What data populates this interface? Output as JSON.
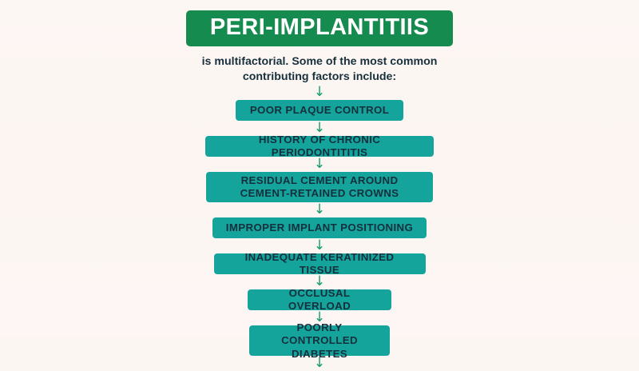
{
  "page": {
    "background_color": "#fcf6f3",
    "title_banner_color": "#168b4f",
    "box_color": "#14a49c",
    "box_text_color": "#152f3d",
    "arrow_color": "#0f9c6e",
    "title_text_color": "#ffffff"
  },
  "header": {
    "title": "PERI-IMPLANTITIIS"
  },
  "subtitle": {
    "line1": "is multifactorial. Some of the most common",
    "line2": "contributing factors include:"
  },
  "arrows": {
    "glyph": "↓"
  },
  "chart_data": {
    "type": "flowchart",
    "title": "PERI-IMPLANTITIIS",
    "subtitle": "is multifactorial. Some of the most common contributing factors include:",
    "orientation": "vertical",
    "connector": "down-arrow",
    "nodes": [
      {
        "id": "node-1",
        "label_lines": [
          "POOR PLAQUE CONTROL"
        ],
        "width_class": "w-210",
        "height_class": "h1"
      },
      {
        "id": "node-2",
        "label_lines": [
          "HISTORY OF CHRONIC PERIODONTITITIS"
        ],
        "width_class": "w-286",
        "height_class": "h1"
      },
      {
        "id": "node-3",
        "label_lines": [
          "RESIDUAL CEMENT AROUND",
          "CEMENT-RETAINED CROWNS"
        ],
        "width_class": "w-284",
        "height_class": "h2"
      },
      {
        "id": "node-4",
        "label_lines": [
          "IMPROPER IMPLANT POSITIONING"
        ],
        "width_class": "w-268",
        "height_class": "h1"
      },
      {
        "id": "node-5",
        "label_lines": [
          "INADEQUATE KERATINIZED TISSUE"
        ],
        "width_class": "w-265",
        "height_class": "h1"
      },
      {
        "id": "node-6",
        "label_lines": [
          "OCCLUSAL OVERLOAD"
        ],
        "width_class": "w-180",
        "height_class": "h1"
      },
      {
        "id": "node-7",
        "label_lines": [
          "POORLY CONTROLLED",
          "DIABETES"
        ],
        "width_class": "w-176",
        "height_class": "h2"
      }
    ]
  }
}
